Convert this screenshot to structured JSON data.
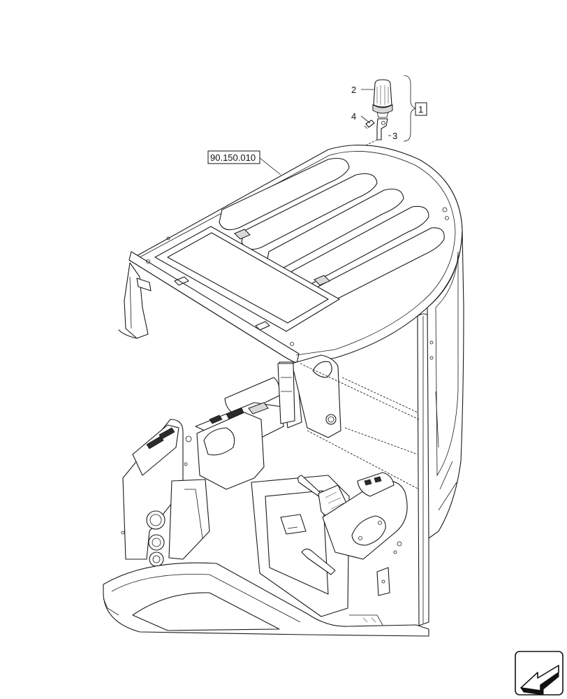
{
  "callouts": {
    "item_1": "1",
    "item_2": "2",
    "item_3": "3",
    "item_4": "4",
    "reference": "90.150.010"
  },
  "icons": {
    "navigation": "arrow-icon"
  }
}
